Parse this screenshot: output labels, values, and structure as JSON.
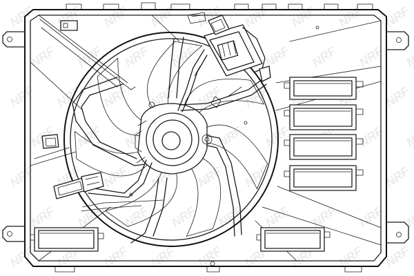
{
  "diagram": {
    "subject": "engine cooling radiator fan assembly with shroud",
    "watermark_text": "NRF",
    "colors": {
      "line": "#1a1a1a",
      "background": "#ffffff",
      "watermark": "#c8c8c8"
    },
    "fan_blade_count": 7,
    "connector_count": 2,
    "side_clips_right": 4,
    "bottom_clips": 2
  }
}
